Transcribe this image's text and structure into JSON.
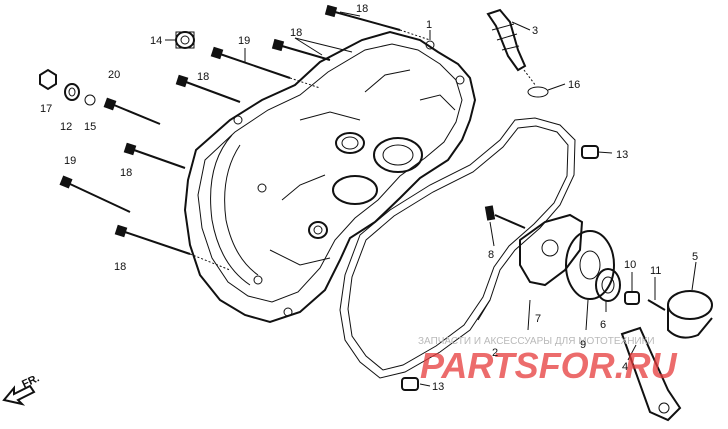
{
  "diagram": {
    "part_labels": {
      "p1": "1",
      "p2": "2",
      "p3": "3",
      "p4": "4",
      "p5": "5",
      "p6": "6",
      "p7": "7",
      "p8": "8",
      "p9": "9",
      "p10": "10",
      "p11": "11",
      "p12": "12",
      "p13a": "13",
      "p13b": "13",
      "p14": "14",
      "p15": "15",
      "p16": "16",
      "p17": "17",
      "p18a": "18",
      "p18b": "18",
      "p18c": "18",
      "p18d": "18",
      "p18e": "18",
      "p19a": "19",
      "p19b": "19",
      "p20": "20"
    },
    "direction_label": "FR."
  },
  "watermark": {
    "caption": "ЗАПЧАСТИ И АКСЕССУАРЫ ДЛЯ МОТОТЕХНИКИ",
    "brand": "PARTSFOR.RU"
  }
}
